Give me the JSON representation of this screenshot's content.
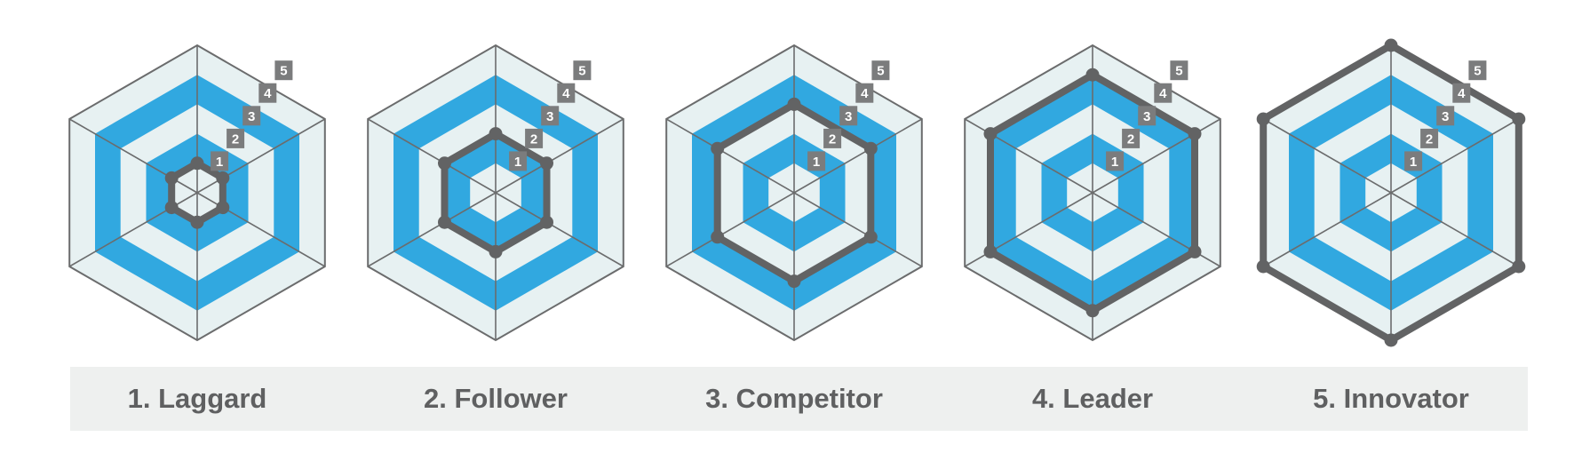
{
  "diagram": {
    "levels": 5,
    "axes_count": 6,
    "stages": [
      {
        "label": "1. Laggard",
        "level": 1
      },
      {
        "label": "2. Follower",
        "level": 2
      },
      {
        "label": "3. Competitor",
        "level": 3
      },
      {
        "label": "4. Leader",
        "level": 4
      },
      {
        "label": "5. Innovator",
        "level": 5
      }
    ],
    "scale_labels": [
      "1",
      "2",
      "3",
      "4",
      "5"
    ]
  },
  "colors": {
    "ring_light": "#e7f1f2",
    "ring_blue": "#31a8e0",
    "grid_line": "#6b6c6d",
    "profile": "#626364",
    "tick_box": "#7b7c7d",
    "label_bar": "#eef0ef",
    "label_text": "#5f6061"
  }
}
